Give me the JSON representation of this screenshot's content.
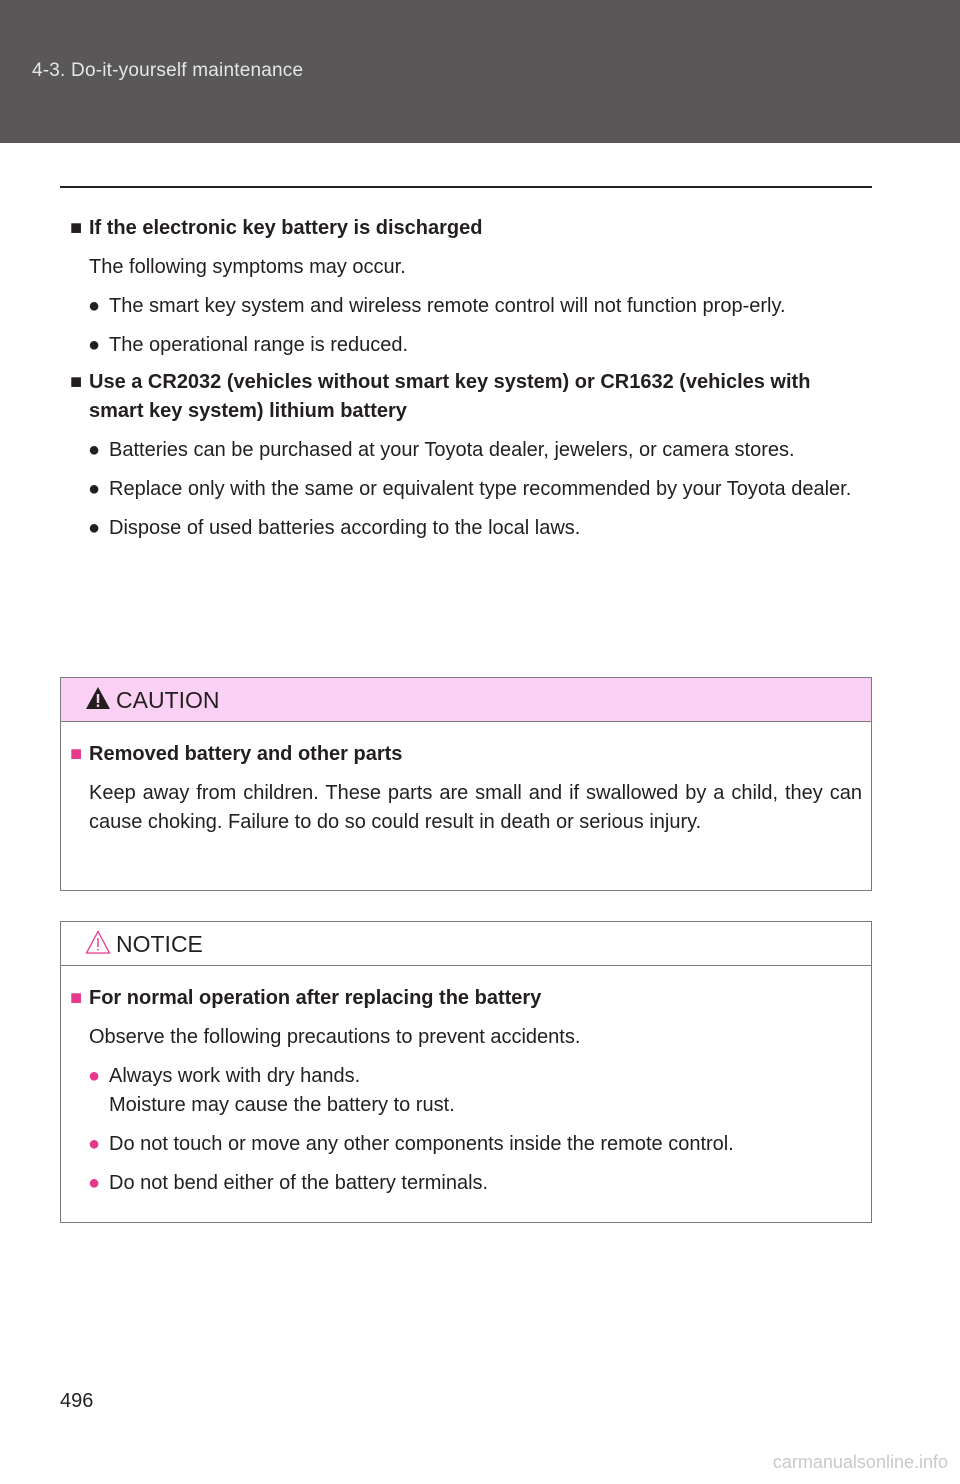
{
  "header": {
    "section": "4-3. Do-it-yourself maintenance"
  },
  "sections": [
    {
      "heading": "If the electronic key battery is discharged",
      "intro": "The following symptoms may occur.",
      "bullets": [
        "The smart key system and wireless remote control will not function prop-erly.",
        "The operational range is reduced."
      ]
    },
    {
      "heading": "Use a CR2032 (vehicles without smart key system) or CR1632 (vehicles with smart key system) lithium battery",
      "bullets": [
        "Batteries can be purchased at your Toyota dealer, jewelers, or camera stores.",
        "Replace only with the same or equivalent type recommended by your Toyota dealer.",
        "Dispose of used batteries according to the local laws."
      ]
    }
  ],
  "caution": {
    "label": "CAUTION",
    "heading": "Removed battery and other parts",
    "text": "Keep away from children. These parts are small and if swallowed by a child, they can cause choking. Failure to do so could result in death or serious injury."
  },
  "notice": {
    "label": "NOTICE",
    "heading": "For normal operation after replacing the battery",
    "intro": "Observe the following precautions to prevent accidents.",
    "bullets": [
      {
        "line1": "Always work with dry hands.",
        "line2": "Moisture may cause the battery to rust."
      },
      {
        "line1": "Do not touch or move any other components inside the remote control.",
        "line2": ""
      },
      {
        "line1": "Do not bend either of the battery terminals.",
        "line2": ""
      }
    ]
  },
  "page_number": "496",
  "watermark": "carmanualsonline.info",
  "glyphs": {
    "square": "■",
    "dot": "●"
  },
  "colors": {
    "header_bg": "#595757",
    "caution_bg": "#fad1f5",
    "accent": "#e7388e"
  }
}
